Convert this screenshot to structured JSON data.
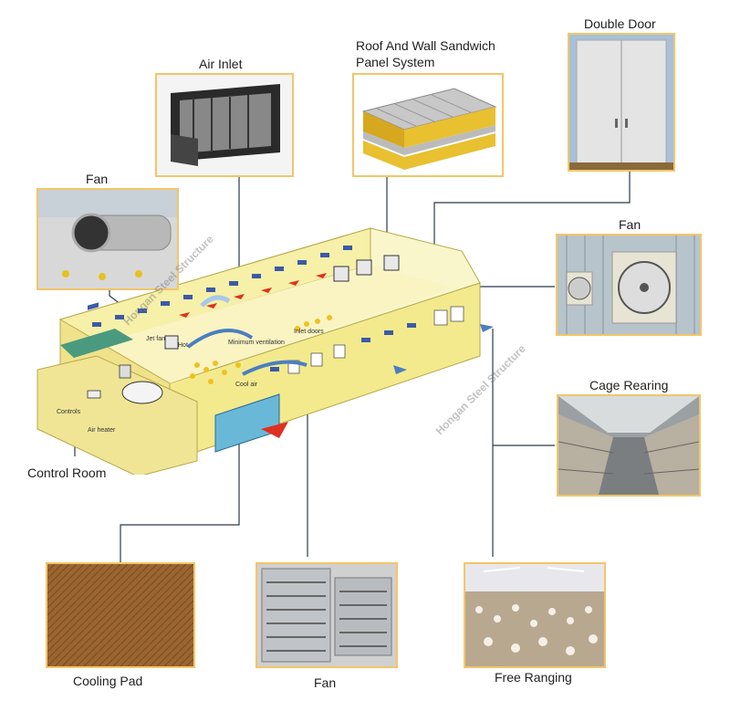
{
  "labels": {
    "air_inlet": "Air Inlet",
    "roof_wall": "Roof And Wall Sandwich",
    "roof_wall_2": "Panel  System",
    "double_door": "Double Door",
    "fan_left": "Fan",
    "fan_right": "Fan",
    "cage_rearing": "Cage Rearing",
    "control_room": "Control Room",
    "cooling_pad": "Cooling Pad",
    "fan_bottom": "Fan",
    "free_ranging": "Free Ranging"
  },
  "diagram_labels": {
    "controls": "Controls",
    "air_heater": "Air heater",
    "jet_fan": "Jet fan",
    "hot": "Hot",
    "minimum_ventilation": "Minimum ventilation",
    "inlet_doors": "Inlet doors",
    "cool_air": "Cool air"
  },
  "watermark": "Hongan Steel Structure",
  "colors": {
    "frame": "#f2c66a",
    "building_wall": "#f6f0a8",
    "building_roof": "#faf6cc",
    "window": "#3b5aa8",
    "leader_line": "#2a3b4c",
    "arrow_red": "#e03020",
    "arrow_blue": "#4a7fc0"
  }
}
